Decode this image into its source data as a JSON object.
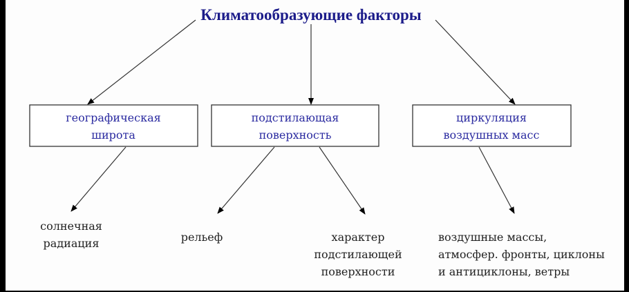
{
  "title": "Климатообразующие  факторы",
  "factors": [
    {
      "line1": "географическая",
      "line2": "широта"
    },
    {
      "line1": "подстилающая",
      "line2": "поверхность"
    },
    {
      "line1": "циркуляция",
      "line2": "воздушных  масс"
    }
  ],
  "effects": {
    "radiation": [
      "солнечная",
      "радиация"
    ],
    "relief": [
      "рельеф"
    ],
    "surface_character": [
      "характер",
      "подстилающей",
      "поверхности"
    ],
    "circulation": [
      "воздушные  массы,",
      "атмосфер. фронты, циклоны",
      "и антициклоны, ветры"
    ]
  },
  "colors": {
    "title": "#1c1c8a",
    "box_text": "#2a2aa0",
    "text": "#222222"
  }
}
